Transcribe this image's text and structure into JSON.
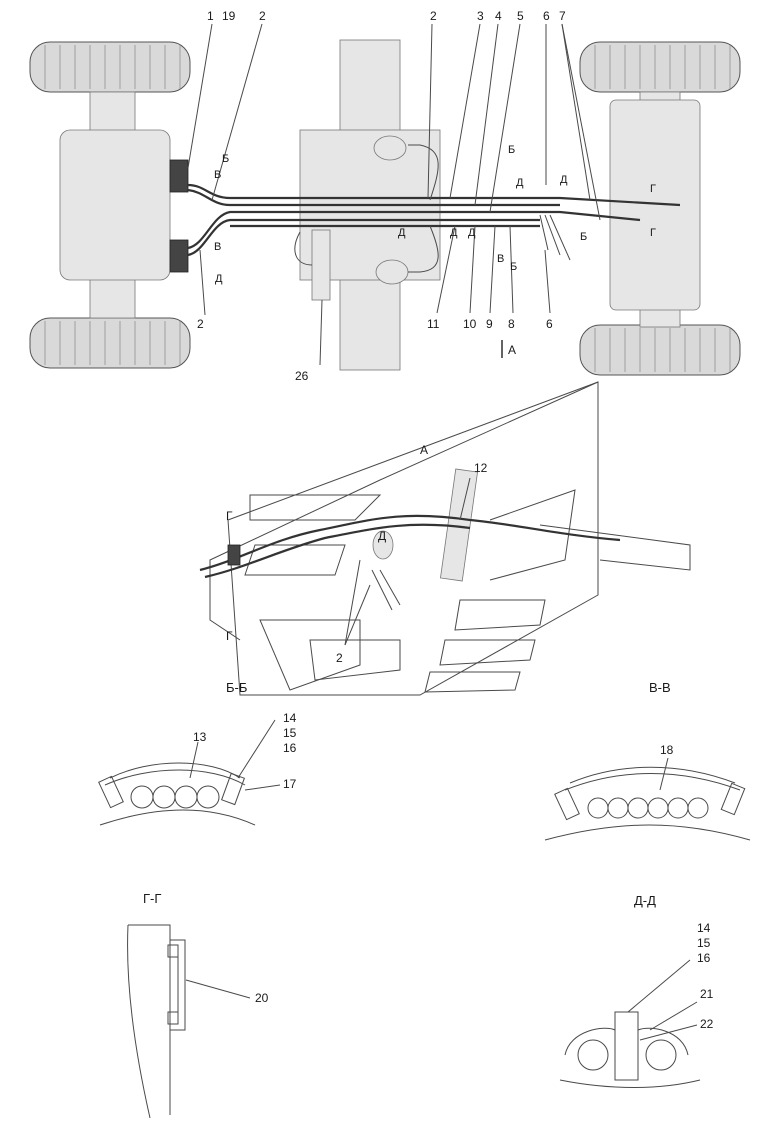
{
  "callouts_top": [
    "1",
    "19",
    "2",
    "2",
    "3",
    "4",
    "5",
    "6",
    "7"
  ],
  "callouts_bottom": [
    "2",
    "11",
    "10",
    "9",
    "8",
    "6",
    "26"
  ],
  "section_marks_top": [
    "Б",
    "В",
    "В",
    "Д",
    "Д",
    "Б",
    "Д",
    "Д",
    "Д",
    "Д",
    "В",
    "Б",
    "Б",
    "Г",
    "Г"
  ],
  "view_arrow_label": "A",
  "view_a": {
    "title": "A",
    "callouts": [
      "12",
      "2"
    ],
    "section_marks": [
      "Г",
      "Д",
      "Г"
    ]
  },
  "section_bb": {
    "title": "Б-Б",
    "callouts": [
      "13",
      "14",
      "15",
      "16",
      "17"
    ]
  },
  "section_vv": {
    "title": "В-В",
    "callouts": [
      "18"
    ]
  },
  "section_gg": {
    "title": "Г-Г",
    "callouts": [
      "20"
    ]
  },
  "section_dd": {
    "title": "Д-Д",
    "callouts": [
      "14",
      "15",
      "16",
      "21",
      "22"
    ]
  }
}
